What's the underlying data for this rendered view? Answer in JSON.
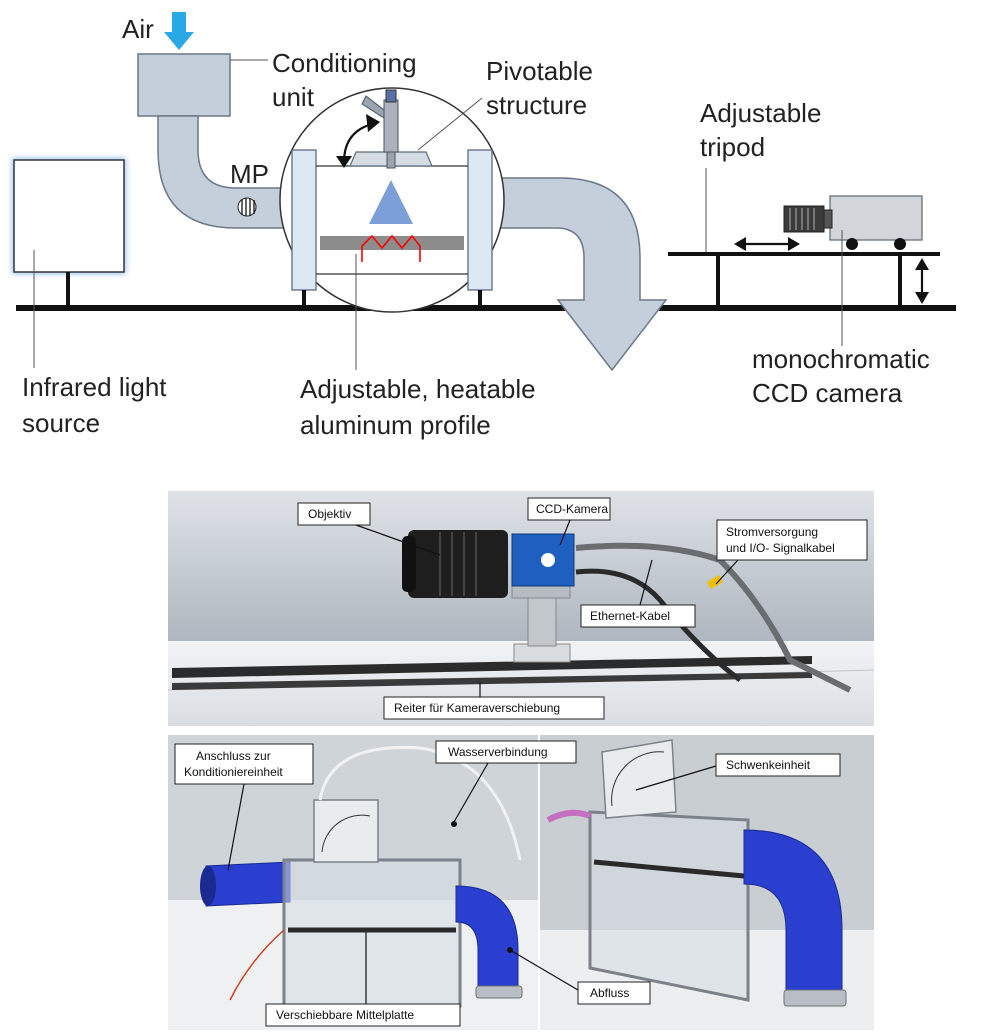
{
  "diagram": {
    "labels": {
      "air": "Air",
      "conditioning": [
        "Conditioning",
        "unit"
      ],
      "pivotable": [
        "Pivotable",
        "structure"
      ],
      "mp": "MP",
      "tripod": [
        "Adjustable",
        "tripod"
      ],
      "camera": [
        "monochromatic",
        "CCD camera"
      ],
      "infrared": [
        "Infrared light",
        "source"
      ],
      "profile": [
        "Adjustable, heatable",
        "aluminum profile"
      ]
    },
    "colors": {
      "duct": "#c5cfdc",
      "duct_stroke": "#6c7887",
      "air_arrow": "#29a8e6",
      "spray": "#7b9fd6",
      "heater": "#ff0000"
    }
  },
  "photo_top": {
    "captions": {
      "objektiv": "Objektiv",
      "ccd": "CCD-Kamera",
      "strom": [
        "Stromversorgung",
        "und I/O- Signalkabel"
      ],
      "ethernet": "Ethernet-Kabel",
      "reiter": "Reiter für Kameraverschiebung"
    }
  },
  "photo_bottom": {
    "captions": {
      "anschluss": [
        "Anschluss zur",
        "Konditioniereinheit"
      ],
      "wasser": "Wasserverbindung",
      "schwenk": "Schwenkeinheit",
      "abfluss": "Abfluss",
      "mittel": "Verschiebbare Mittelplatte"
    },
    "colors": {
      "hose": "#2a3fd0"
    }
  }
}
